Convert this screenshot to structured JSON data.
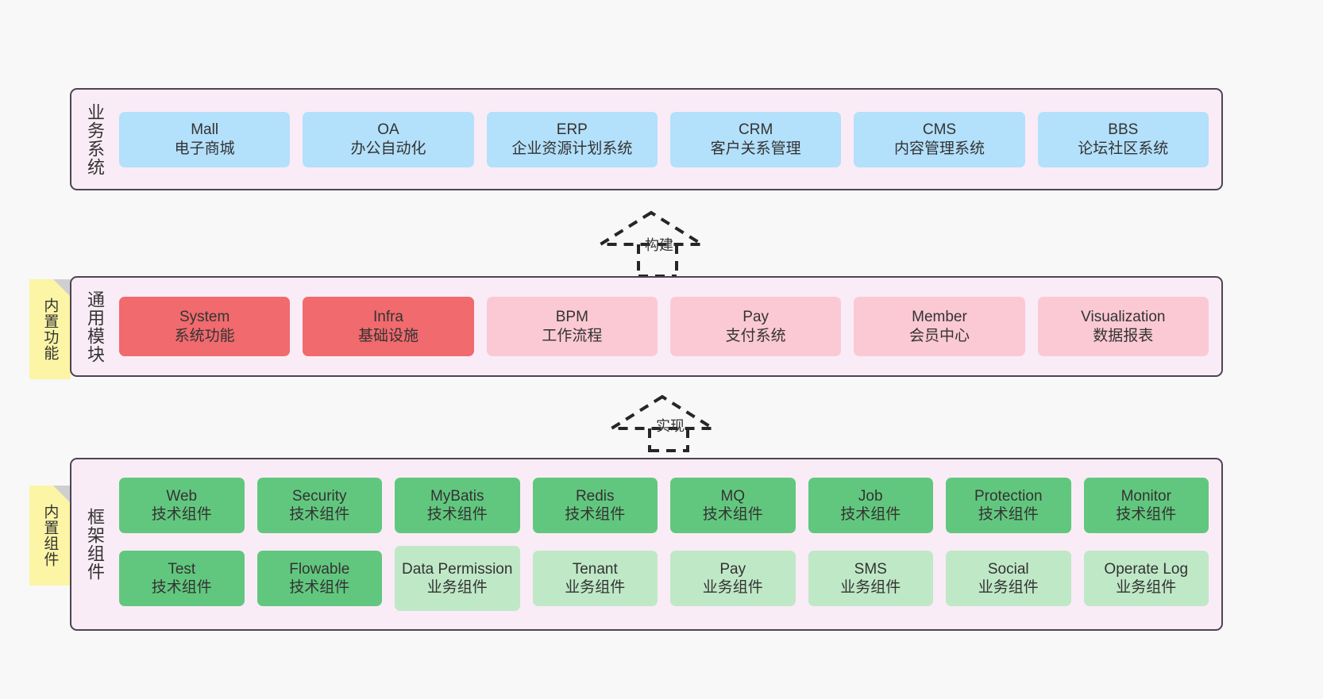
{
  "diagram": {
    "background": "#f8f8f8",
    "container_fill": "#f9ecf6",
    "container_border": "#4d4453",
    "note_fill": "#fbf5a5"
  },
  "layers": [
    {
      "id": "business",
      "title": "业务系统",
      "card_color": "#b3e0fb",
      "rows": [
        [
          {
            "name": "Mall",
            "desc": "电子商城",
            "style": "blue"
          },
          {
            "name": "OA",
            "desc": "办公自动化",
            "style": "blue"
          },
          {
            "name": "ERP",
            "desc": "企业资源计划系统",
            "style": "blue"
          },
          {
            "name": "CRM",
            "desc": "客户关系管理",
            "style": "blue"
          },
          {
            "name": "CMS",
            "desc": "内容管理系统",
            "style": "blue"
          },
          {
            "name": "BBS",
            "desc": "论坛社区系统",
            "style": "blue"
          }
        ]
      ]
    },
    {
      "id": "modules",
      "title": "通用模块",
      "note": "内置功能",
      "rows": [
        [
          {
            "name": "System",
            "desc": "系统功能",
            "style": "red"
          },
          {
            "name": "Infra",
            "desc": "基础设施",
            "style": "red"
          },
          {
            "name": "BPM",
            "desc": "工作流程",
            "style": "pink"
          },
          {
            "name": "Pay",
            "desc": "支付系统",
            "style": "pink"
          },
          {
            "name": "Member",
            "desc": "会员中心",
            "style": "pink"
          },
          {
            "name": "Visualization",
            "desc": "数据报表",
            "style": "pink"
          }
        ]
      ]
    },
    {
      "id": "framework",
      "title": "框架组件",
      "note": "内置组件",
      "rows": [
        [
          {
            "name": "Web",
            "desc": "技术组件",
            "style": "green"
          },
          {
            "name": "Security",
            "desc": "技术组件",
            "style": "green"
          },
          {
            "name": "MyBatis",
            "desc": "技术组件",
            "style": "green"
          },
          {
            "name": "Redis",
            "desc": "技术组件",
            "style": "green"
          },
          {
            "name": "MQ",
            "desc": "技术组件",
            "style": "green"
          },
          {
            "name": "Job",
            "desc": "技术组件",
            "style": "green"
          },
          {
            "name": "Protection",
            "desc": "技术组件",
            "style": "green"
          },
          {
            "name": "Monitor",
            "desc": "技术组件",
            "style": "green"
          }
        ],
        [
          {
            "name": "Test",
            "desc": "技术组件",
            "style": "green"
          },
          {
            "name": "Flowable",
            "desc": "技术组件",
            "style": "green"
          },
          {
            "name": "Data Permission",
            "desc": "业务组件",
            "style": "lgreen",
            "tall": true
          },
          {
            "name": "Tenant",
            "desc": "业务组件",
            "style": "lgreen"
          },
          {
            "name": "Pay",
            "desc": "业务组件",
            "style": "lgreen"
          },
          {
            "name": "SMS",
            "desc": "业务组件",
            "style": "lgreen"
          },
          {
            "name": "Social",
            "desc": "业务组件",
            "style": "lgreen"
          },
          {
            "name": "Operate Log",
            "desc": "业务组件",
            "style": "lgreen"
          }
        ]
      ]
    }
  ],
  "connectors": [
    {
      "id": "build",
      "label": "构建",
      "style": "dashed-hollow-arrow-up"
    },
    {
      "id": "impl",
      "label": "实现",
      "style": "dashed-hollow-arrow-up"
    }
  ],
  "notes": [
    {
      "id": "builtin-func",
      "label": "内置功能"
    },
    {
      "id": "builtin-comp",
      "label": "内置组件"
    }
  ]
}
